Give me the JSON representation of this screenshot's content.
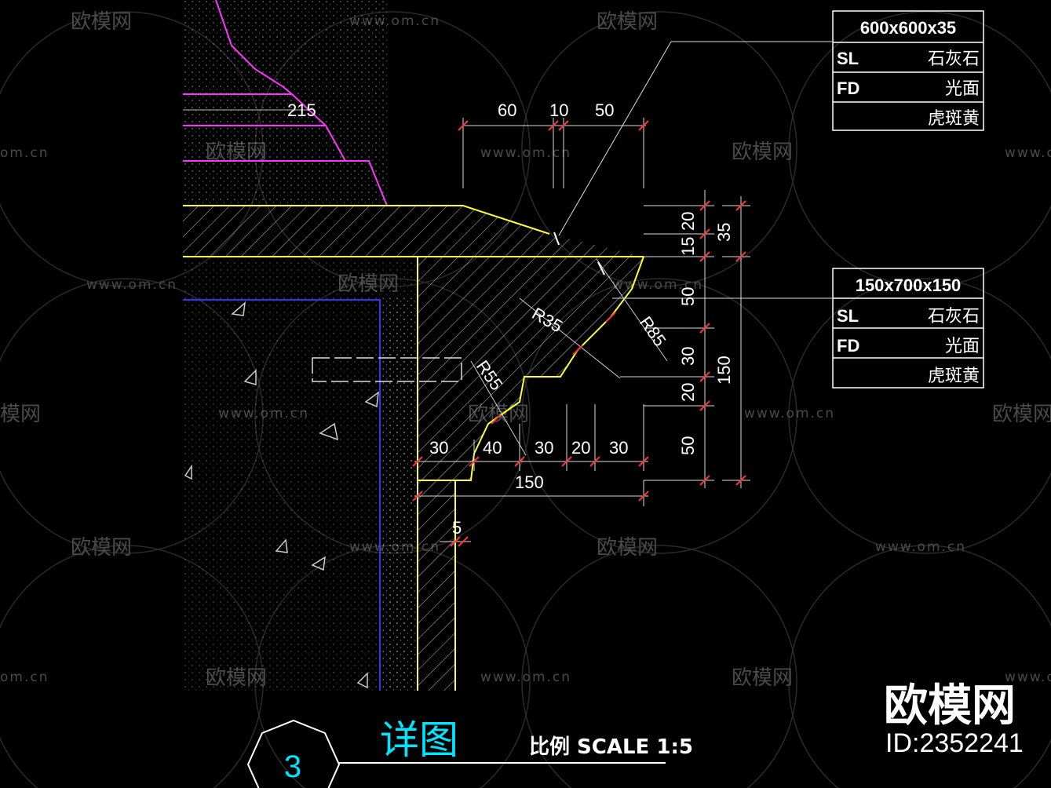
{
  "watermark": {
    "url_text": "www.om.cn",
    "logo_text": "欧模网",
    "partial_url": "om.cn",
    "partial_logo": "模网"
  },
  "spec_table_top": {
    "size": "600x600x35",
    "rows": [
      {
        "code": "SL",
        "value": "石灰石"
      },
      {
        "code": "FD",
        "value": "光面"
      },
      {
        "code": "",
        "value": "虎斑黄"
      }
    ]
  },
  "spec_table_bottom": {
    "size": "150x700x150",
    "rows": [
      {
        "code": "SL",
        "value": "石灰石"
      },
      {
        "code": "FD",
        "value": "光面"
      },
      {
        "code": "",
        "value": "虎斑黄"
      }
    ]
  },
  "dimensions": {
    "top_215": "215",
    "top_60": "60",
    "top_10": "10",
    "top_50": "50",
    "right_20": "20",
    "right_15": "15",
    "right_35": "35",
    "right_50a": "50",
    "right_30": "30",
    "right_150": "150",
    "right_20b": "20",
    "right_50b": "50",
    "bottom_30a": "30",
    "bottom_40": "40",
    "bottom_30b": "30",
    "bottom_20": "20",
    "bottom_30c": "30",
    "bottom_150": "150",
    "bottom_5": "5",
    "r35": "R35",
    "r85": "R85",
    "r55": "R55"
  },
  "title_block": {
    "detail_number": "3",
    "title": "详图",
    "scale": "比例 SCALE 1:5"
  },
  "brand": {
    "name": "欧模网",
    "id": "ID:2352241"
  },
  "colors": {
    "background": "#000000",
    "stone": "#ffff33",
    "magenta": "#ff33ff",
    "blue": "#3333ff",
    "cyan": "#00e5ff",
    "dim_tick": "#ff3333",
    "watermark": "#4a4a4a"
  }
}
